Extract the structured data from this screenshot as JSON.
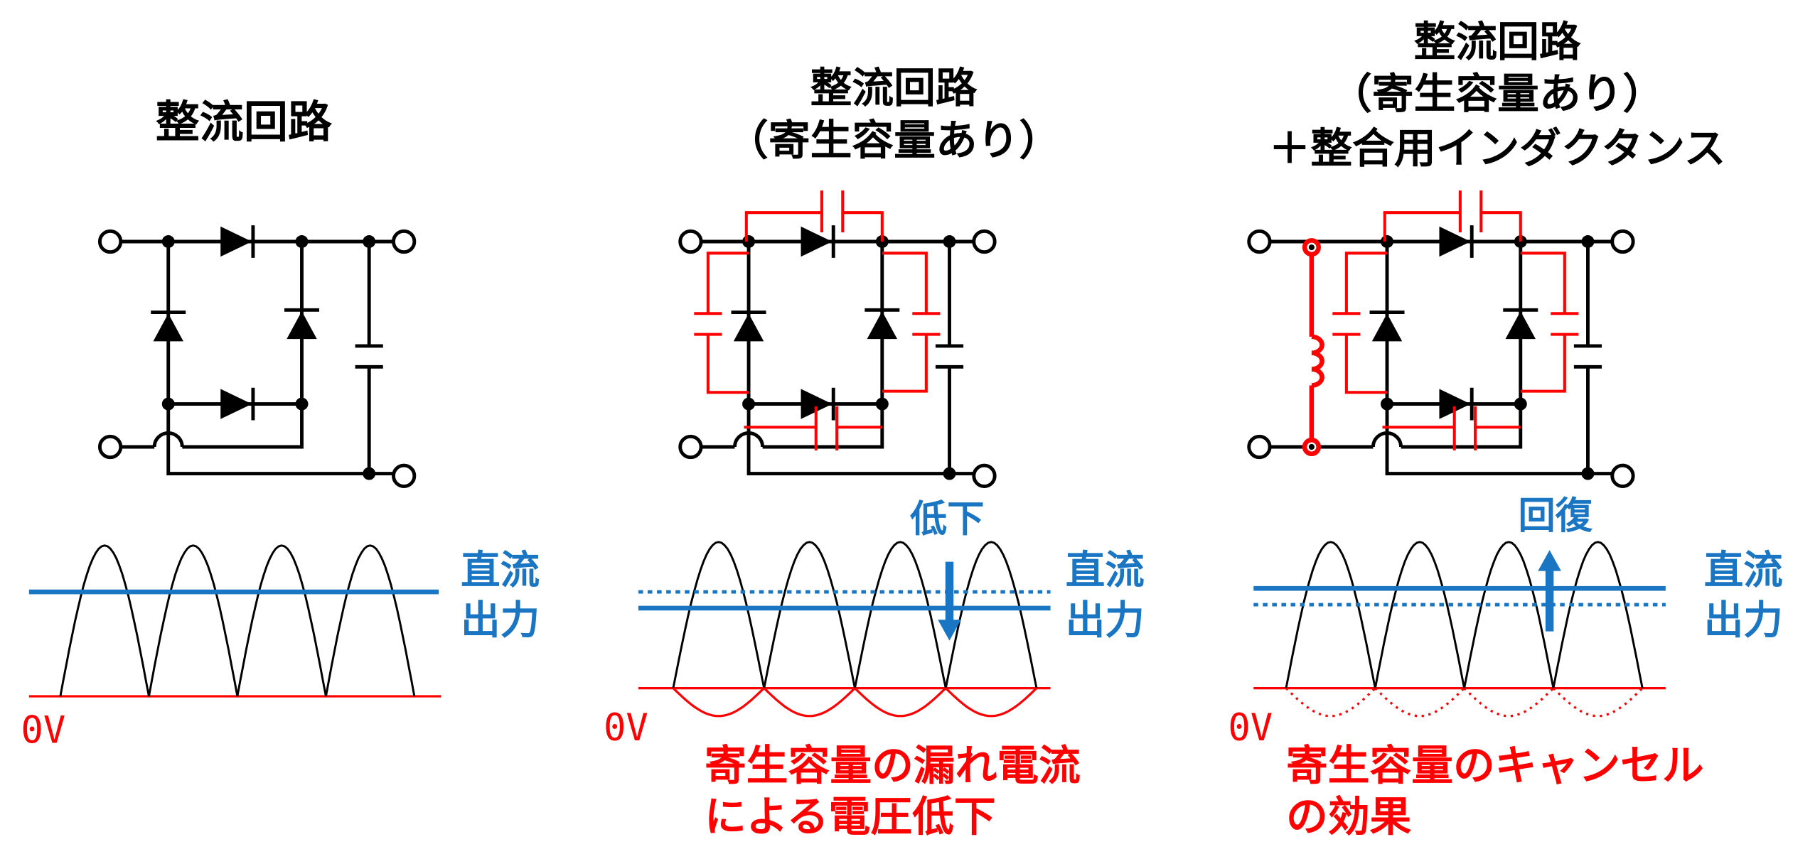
{
  "panels": [
    {
      "title_lines": [
        "整流回路"
      ],
      "dc_label": [
        "直流",
        "出力"
      ],
      "zero_label": "0V"
    },
    {
      "title_lines": [
        "整流回路",
        "（寄生容量あり）"
      ],
      "dc_label": [
        "直流",
        "出力"
      ],
      "zero_label": "0V",
      "arrow_label": "低下",
      "note_lines": [
        "寄生容量の漏れ電流",
        "による電圧低下"
      ]
    },
    {
      "title_lines": [
        "整流回路",
        "（寄生容量あり）",
        "＋整合用インダクタンス"
      ],
      "dc_label": [
        "直流",
        "出力"
      ],
      "zero_label": "0V",
      "arrow_label": "回復",
      "note_lines": [
        "寄生容量のキャンセル",
        "の効果"
      ]
    }
  ],
  "colors": {
    "wire": "#000000",
    "parasitic": "#ff0000",
    "dc": "#1a75c2",
    "note": "#ff0000"
  }
}
